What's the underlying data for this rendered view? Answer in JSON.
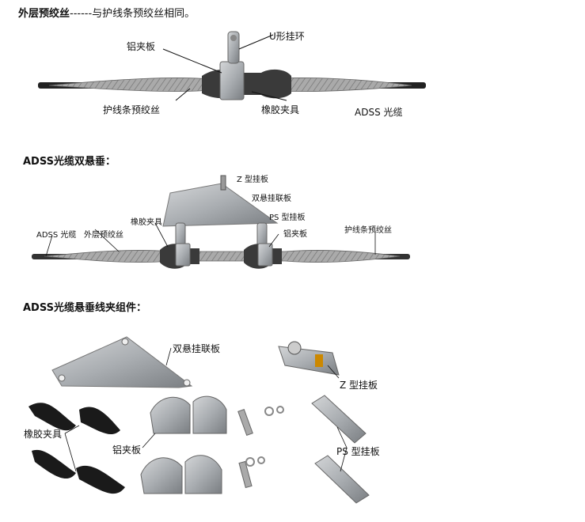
{
  "section1": {
    "title_bold": "外层预绞丝",
    "title_rest": "------与护线条预绞丝相同。",
    "labels": {
      "aluminum_clamp": "铝夹板",
      "u_ring": "U形挂环",
      "armor_rod": "护线条预绞丝",
      "rubber_clamp": "橡胶夹具",
      "adss_cable": "ADSS 光缆"
    }
  },
  "section2": {
    "title": "ADSS光缆双悬垂：",
    "labels": {
      "z_plate": "Z 型挂板",
      "double_link_plate": "双悬挂联板",
      "ps_plate": "PS 型挂板",
      "rubber_clamp": "橡胶夹具",
      "aluminum_clamp": "铝夹板",
      "adss_cable": "ADSS 光缆",
      "outer_rod": "外层预绞丝",
      "armor_rod": "护线条预绞丝"
    }
  },
  "section3": {
    "title": "ADSS光缆悬垂线夹组件：",
    "labels": {
      "double_link_plate": "双悬挂联板",
      "z_plate": "Z 型挂板",
      "rubber_clamp": "橡胶夹具",
      "aluminum_clamp": "铝夹板",
      "ps_plate": "PS 型挂板"
    }
  }
}
